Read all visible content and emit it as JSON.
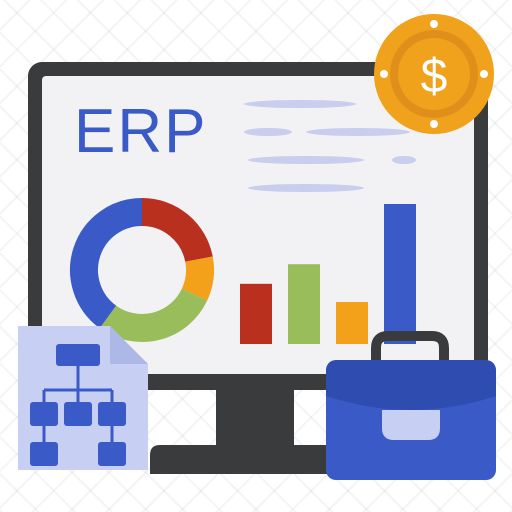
{
  "title": "ERP",
  "coin_symbol": "$",
  "colors": {
    "monitor_frame": "#3a3b3d",
    "screen": "#f2f2f4",
    "brand_blue": "#3a5bc7",
    "red": "#b9301f",
    "green": "#9abd5b",
    "orange": "#f3a01b",
    "text_line_blue": "#c9cdee",
    "coin_gold": "#f0a21c",
    "coin_dark": "#d9861a",
    "doc_blue": "#c7cff3",
    "briefcase": "#3a5bc7"
  },
  "icons": [
    "monitor",
    "donut-chart",
    "bar-chart",
    "dollar-coin",
    "org-chart-document",
    "briefcase"
  ],
  "chart_data": [
    {
      "type": "pie",
      "labels": [
        "",
        "",
        "",
        ""
      ],
      "values": [
        22,
        10,
        28,
        40
      ],
      "colors": [
        "#b9301f",
        "#f3a01b",
        "#9abd5b",
        "#3a5bc7"
      ]
    },
    {
      "type": "bar",
      "categories": [
        "",
        "",
        "",
        ""
      ],
      "values": [
        43,
        57,
        30,
        100
      ],
      "colors": [
        "#b9301f",
        "#9abd5b",
        "#f3a01b",
        "#3a5bc7"
      ]
    }
  ]
}
